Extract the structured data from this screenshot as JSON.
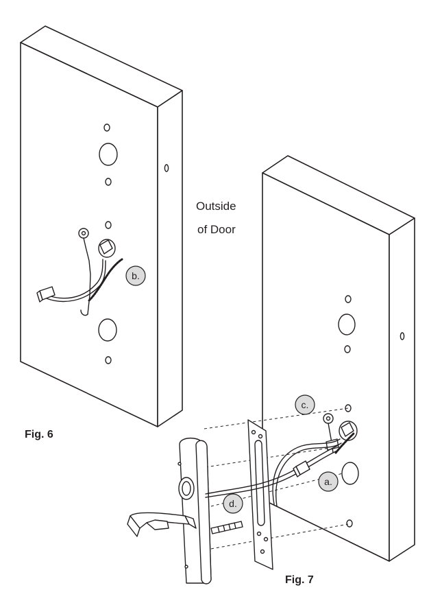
{
  "labels": {
    "outside_line1": "Outside",
    "outside_line2": "of Door",
    "fig6": "Fig. 6",
    "fig7": "Fig. 7"
  },
  "callouts": {
    "a": "a.",
    "b": "b.",
    "c": "c.",
    "d": "d."
  },
  "colors": {
    "line": "#231f20",
    "callout_fill": "#dcdcdc",
    "background": "#ffffff"
  }
}
